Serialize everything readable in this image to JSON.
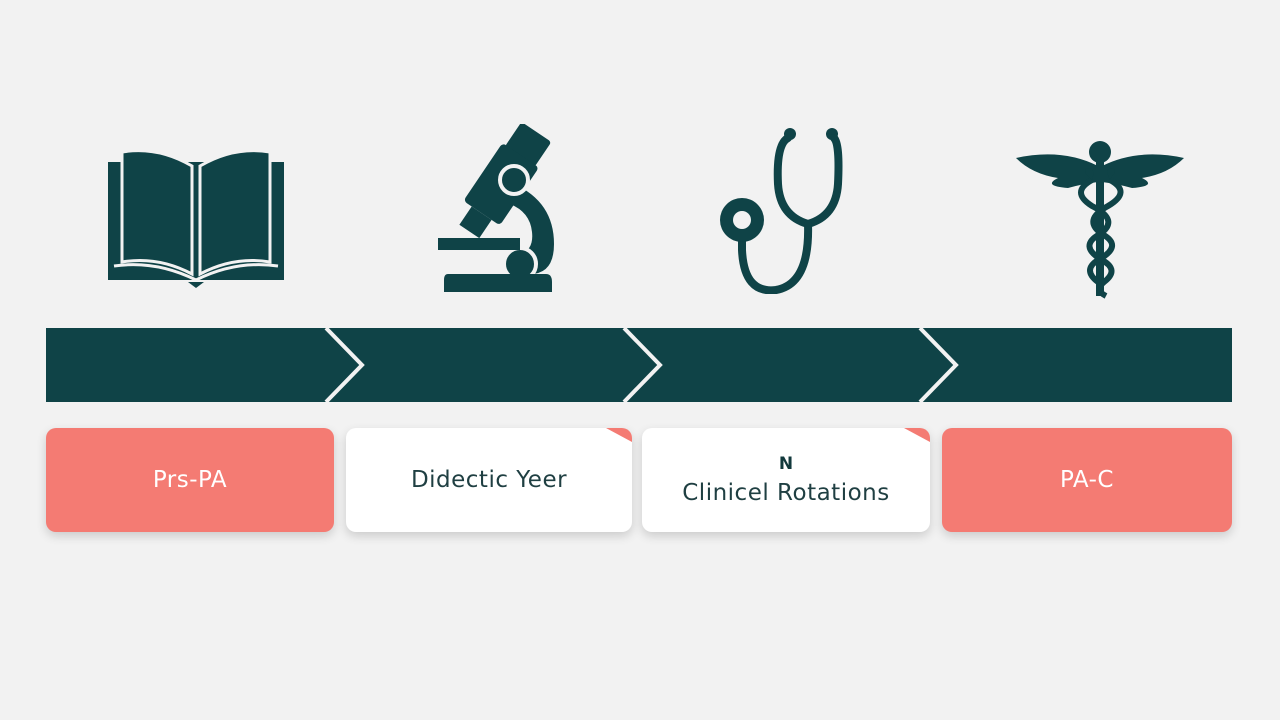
{
  "colors": {
    "background": "#f2f2f2",
    "dark_teal": "#0f4347",
    "coral": "#f47b73",
    "white": "#ffffff",
    "text_dark": "#1f3f42"
  },
  "stages": [
    {
      "icon": "open-book-icon",
      "label": "Prs-PA",
      "mark": "",
      "style": "coral"
    },
    {
      "icon": "microscope-icon",
      "label": "Didectic Yeer",
      "mark": "",
      "style": "white"
    },
    {
      "icon": "stethoscope-icon",
      "label": "Clinicel Rotations",
      "mark": "N",
      "style": "white"
    },
    {
      "icon": "caduceus-icon",
      "label": "PA-C",
      "mark": "",
      "style": "coral"
    }
  ]
}
